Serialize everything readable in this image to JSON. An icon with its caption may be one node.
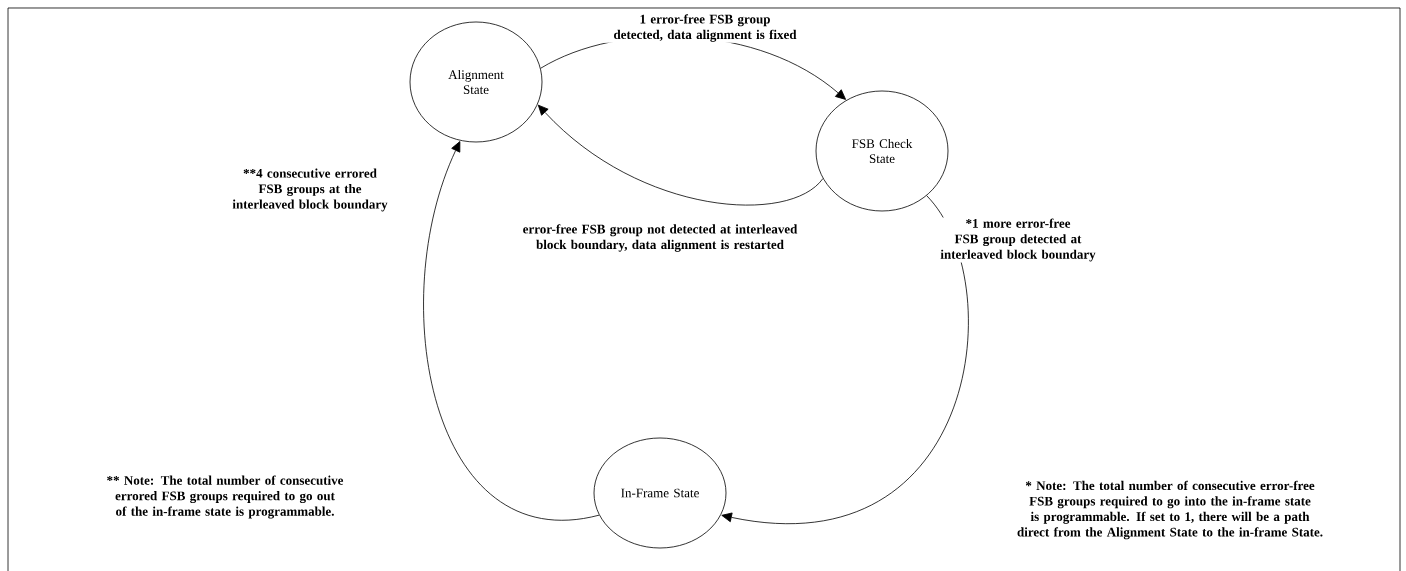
{
  "diagram": {
    "nodes": [
      {
        "text": [
          "Alignment State"
        ]
      },
      {
        "text": [
          "FSB Check State"
        ]
      },
      {
        "text": [
          "In-Frame State"
        ]
      }
    ],
    "edges": [
      {
        "from": 0,
        "to": 1,
        "arrow": "to",
        "label": "1 error-free FSB group detected, data alignment is fixed"
      },
      {
        "from": 1,
        "to": 0,
        "arrow": "to",
        "label": "error-free FSB group not detected at interleaved block boundary, data alignment is restarted"
      },
      {
        "from": 1,
        "to": 2,
        "arrow": "to",
        "label": "*1 more error-free FSB group detected at interleaved block boundary"
      },
      {
        "from": 2,
        "to": 0,
        "arrow": "to",
        "label": "**4 consecutive errored FSB groups at the interleaved block boundary"
      }
    ],
    "labels": [
      "** Note: The total number of consecutive errored FSB groups required to go out of the in-frame state is programmable.",
      "* Note: The total number of consecutive error-free FSB groups required to go into the in-frame state is programmable. If set to 1, there will be a path direct from the Alignment State to the in-frame State."
    ]
  }
}
